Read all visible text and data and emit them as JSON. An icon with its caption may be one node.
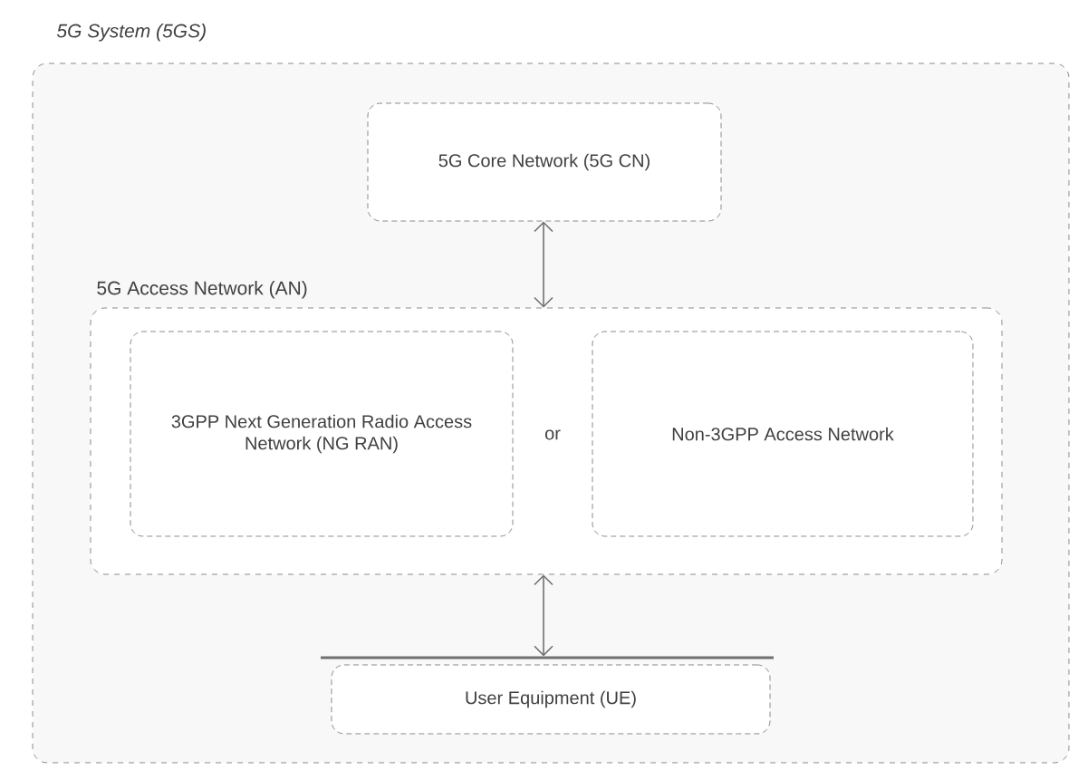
{
  "diagram": {
    "nodes": [
      {
        "text": [
          "5G System (5GS)"
        ]
      },
      {
        "text": [
          "5G Core Network (5G CN)"
        ],
        "in": 0
      },
      {
        "text": [
          "5G Access Network (AN)"
        ],
        "in": 0
      },
      {
        "text": [
          "3GPP Next Generation Radio Access Network (NG RAN)"
        ],
        "in": 2
      },
      {
        "text": [
          "Non-3GPP Access Network"
        ],
        "in": 2
      },
      {
        "text": [
          "User Equipment (UE)"
        ],
        "in": 0
      }
    ],
    "edges": [
      {
        "from": 1,
        "to": 2,
        "arrow": "both"
      },
      {
        "from": 2,
        "to": 5,
        "arrow": "both"
      }
    ],
    "labels": [
      "or"
    ]
  }
}
